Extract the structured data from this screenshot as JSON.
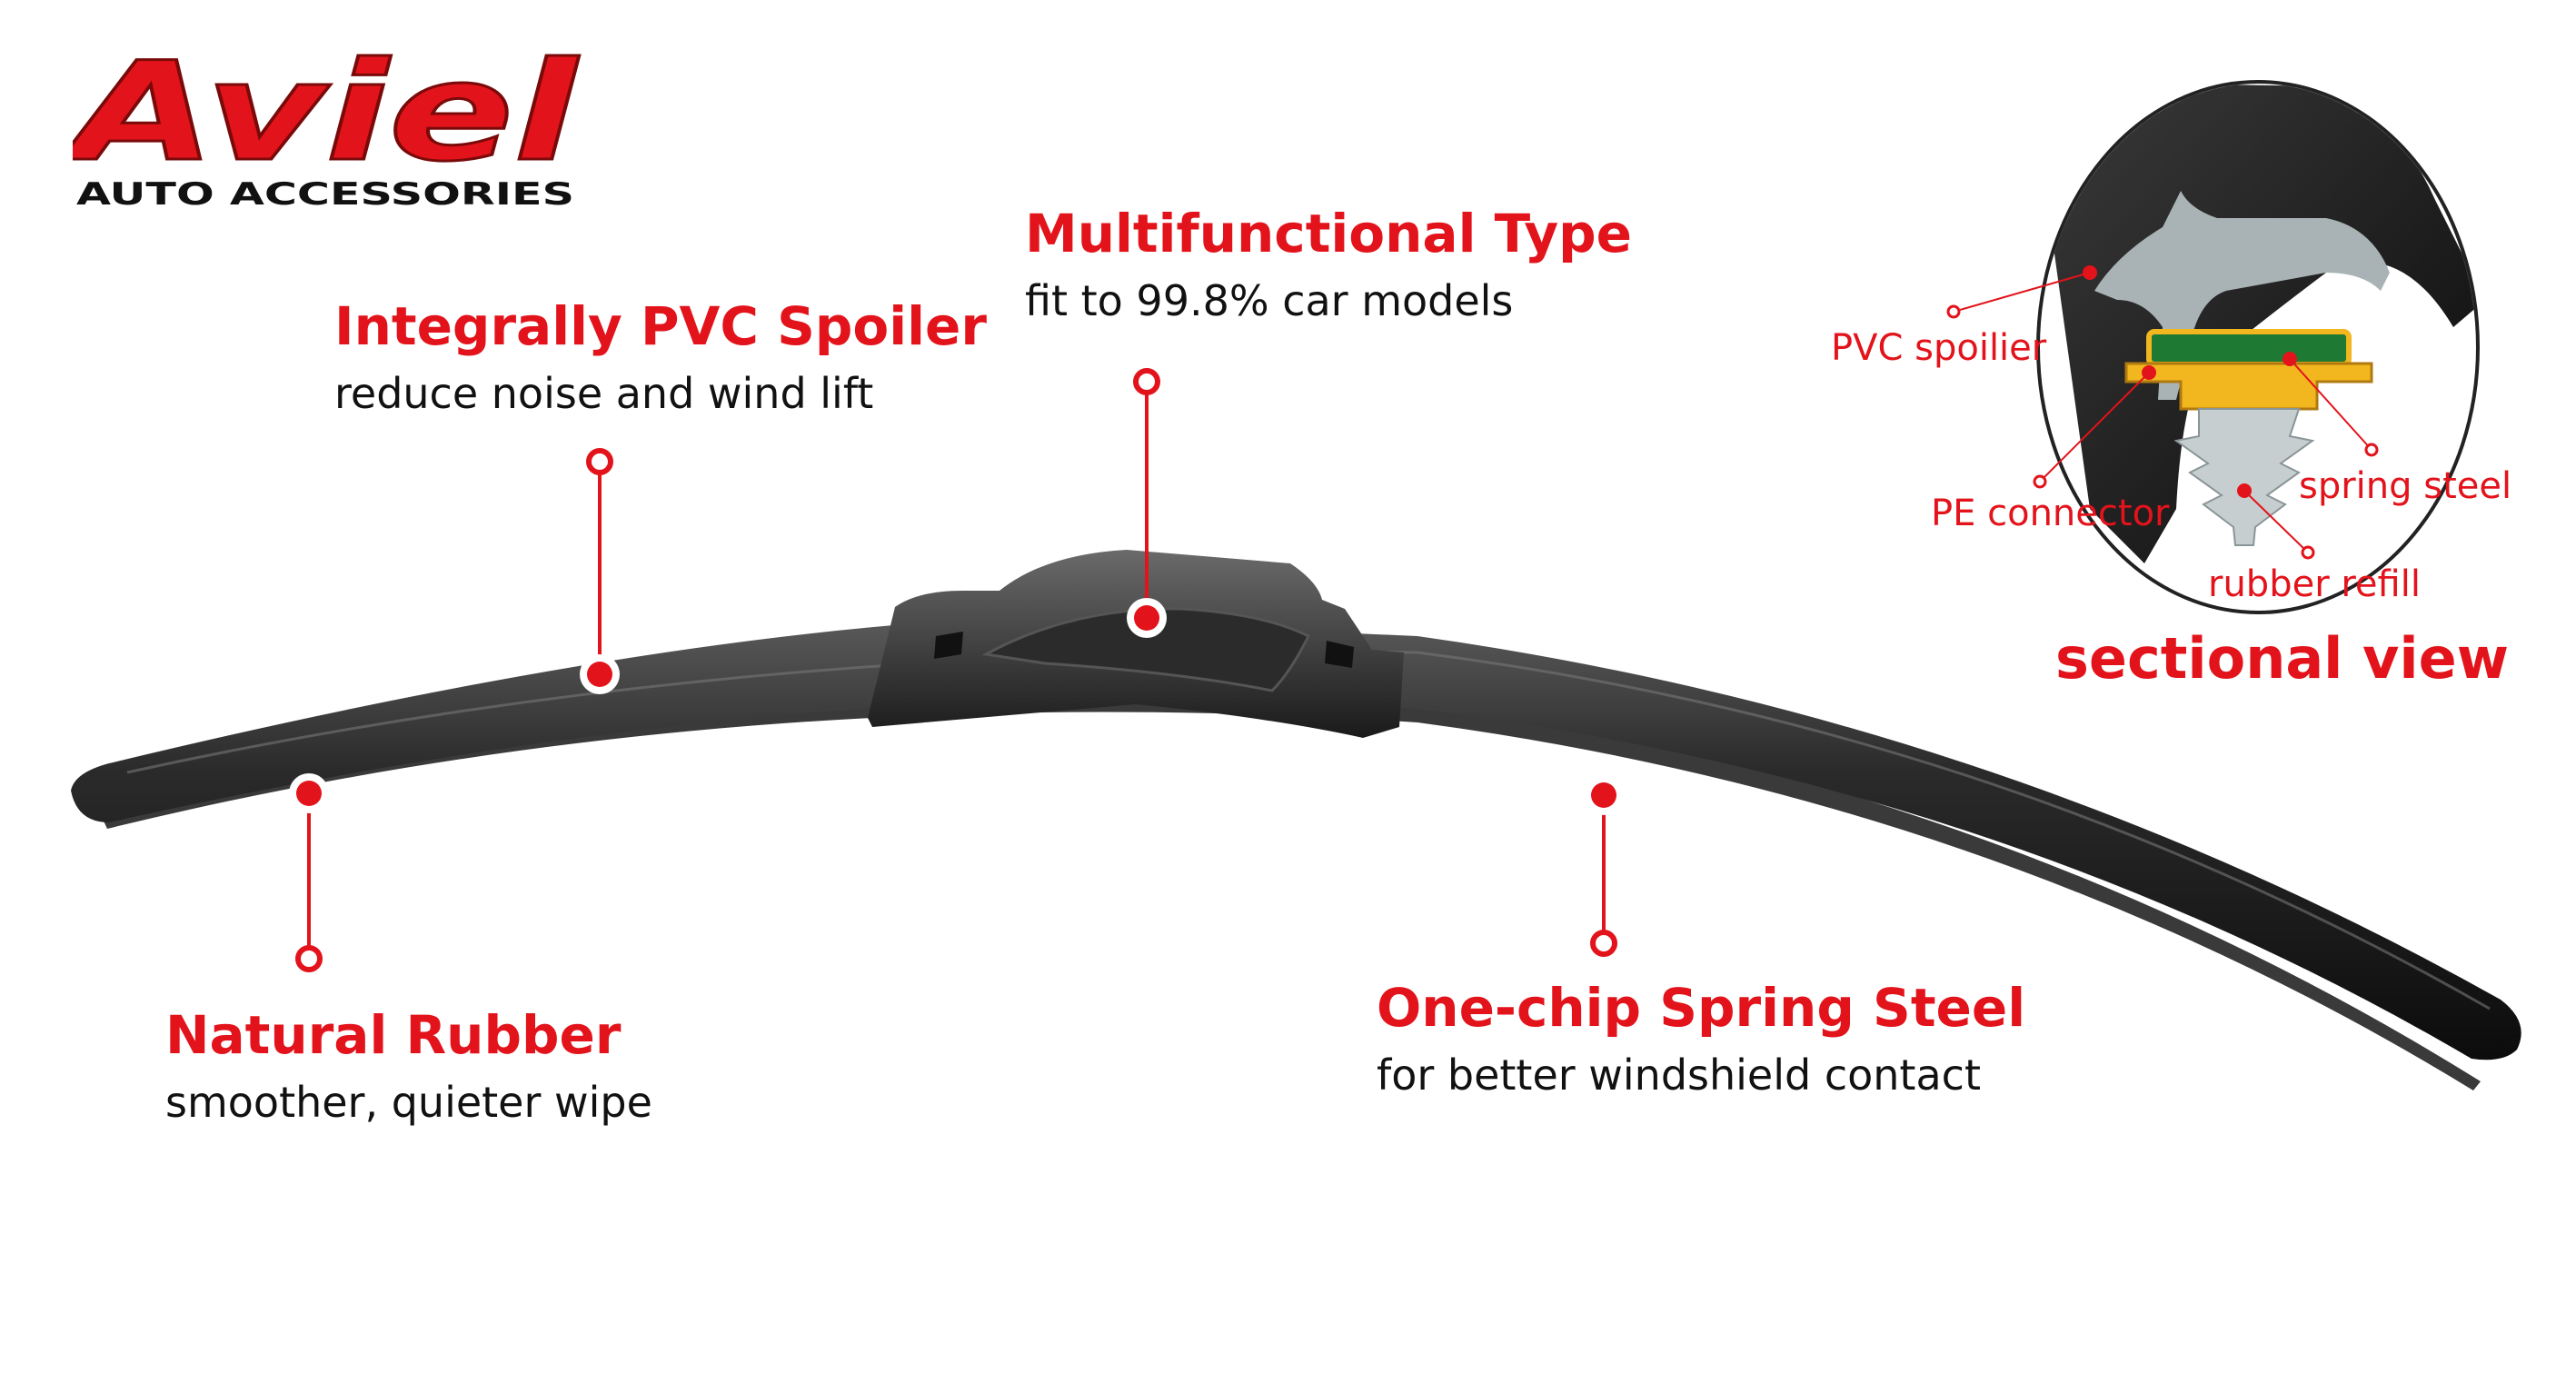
{
  "brand": {
    "name": "Aviel",
    "tagline": "AUTO ACCESSORIES"
  },
  "colors": {
    "accent": "#e3131b",
    "text": "#111111",
    "blade": "#1e1e1e",
    "steel": "#f2b61f",
    "connector": "#1e7a33",
    "section_body": "#a9b3b6"
  },
  "callouts": {
    "spoiler": {
      "title": "Integrally PVC Spoiler",
      "desc": "reduce noise and wind lift"
    },
    "multi": {
      "title": "Multifunctional Type",
      "desc": "fit to 99.8% car models"
    },
    "rubber": {
      "title": "Natural Rubber",
      "desc": "smoother, quieter wipe"
    },
    "steel": {
      "title": "One-chip Spring Steel",
      "desc": "for better windshield contact"
    }
  },
  "sectional": {
    "title": "sectional view",
    "labels": {
      "pvc": "PVC spoilier",
      "pe": "PE connector",
      "spring": "spring steel",
      "rubber": "rubber refill"
    }
  }
}
